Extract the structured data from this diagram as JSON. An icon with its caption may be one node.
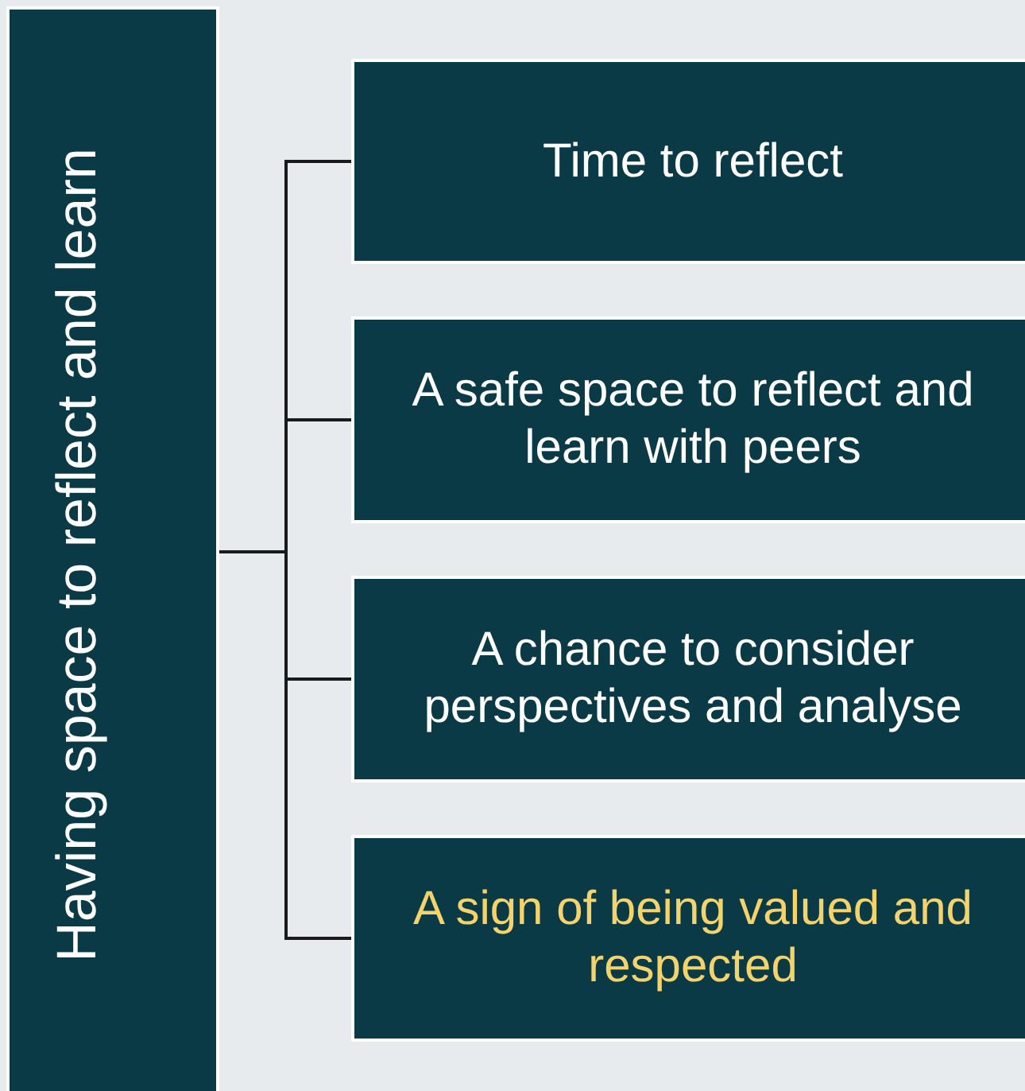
{
  "diagram": {
    "nodes": [
      {
        "text": [
          "Having space to reflect and learn"
        ]
      },
      {
        "text": [
          "Time to reflect"
        ]
      },
      {
        "text": [
          "A safe space to reflect and learn with peers"
        ]
      },
      {
        "text": [
          "A chance to consider perspectives and analyse"
        ]
      },
      {
        "text": [
          "A sign of being valued and respected"
        ]
      }
    ],
    "edges": [
      {
        "from": 0,
        "to": 1,
        "arrow": "none"
      },
      {
        "from": 0,
        "to": 2,
        "arrow": "none"
      },
      {
        "from": 0,
        "to": 3,
        "arrow": "none"
      },
      {
        "from": 0,
        "to": 4,
        "arrow": "none"
      }
    ]
  }
}
